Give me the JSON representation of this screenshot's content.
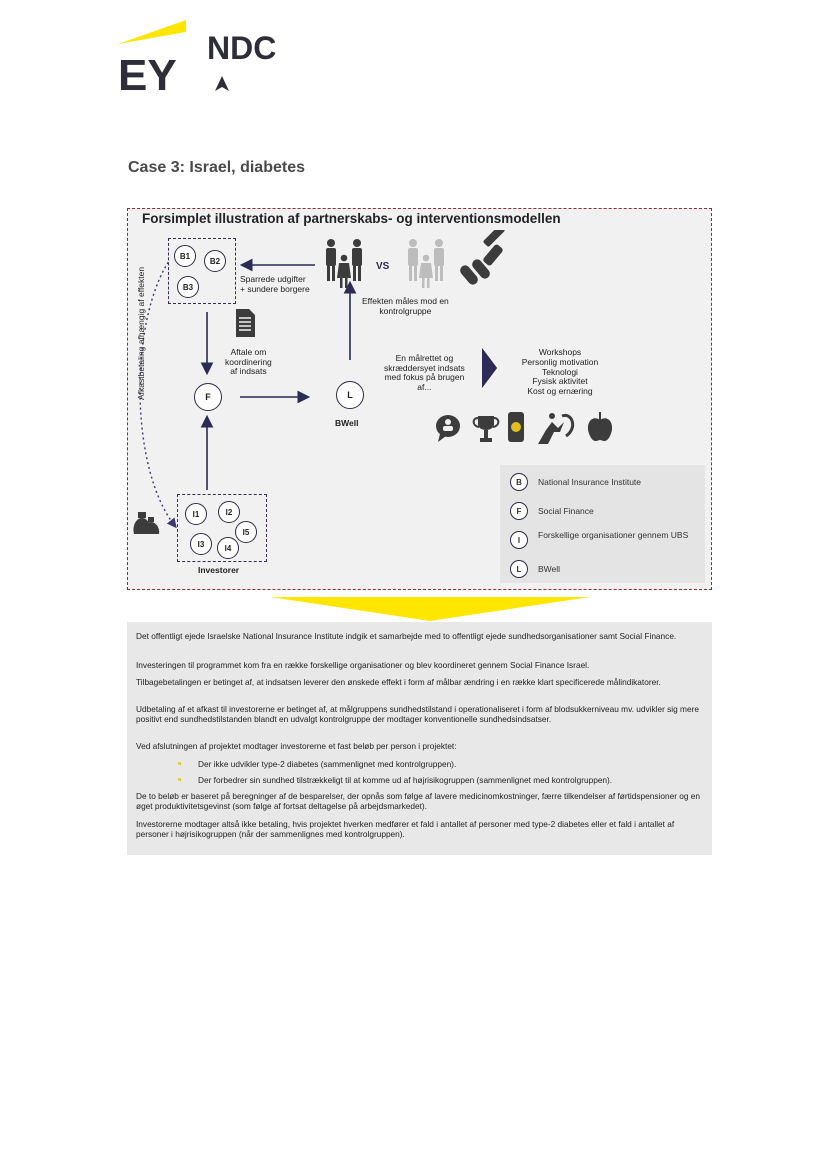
{
  "header": {
    "ey_logo_text": "EY",
    "ndc_logo_text": "NDC"
  },
  "case_title": "Case 3: Israel, diabetes",
  "diagram": {
    "title": "Forsimplet illustration af partnerskabs- og interventionsmodellen",
    "b_circles": [
      "B1",
      "B2",
      "B3"
    ],
    "i_circles": [
      "I1",
      "I2",
      "I5",
      "I3",
      "I4"
    ],
    "f_label": "F",
    "l_label": "L",
    "bwell_label": "BWell",
    "investors_label": "Investorer",
    "vs_label": "VS",
    "savings_label": "Sparrede udgifter\n+ sundere borgere",
    "effect_label": "Effekten måles mod en\nkontrolgruppe",
    "agreement_label": "Aftale om\nkoordinering\naf indsats",
    "targeted_label": "En målrettet og\nskræddersyet indsats\nmed fokus på brugen\naf...",
    "payout_vertical_label": "Afkastbetaling afhængig af effekten",
    "activities": [
      "Workshops",
      "Personlig motivation",
      "Teknologi",
      "Fysisk aktivitet",
      "Kost og ernæring"
    ],
    "legend": [
      {
        "key": "B",
        "text": "National Insurance Institute"
      },
      {
        "key": "F",
        "text": "Social Finance"
      },
      {
        "key": "I",
        "text": "Forskellige organisationer gennem UBS"
      },
      {
        "key": "L",
        "text": "BWell"
      }
    ]
  },
  "text": {
    "p1": "Det offentligt ejede Israelske National Insurance Institute indgik et samarbejde med to offentligt ejede sundhedsorganisationer samt Social Finance.",
    "p2": "Investeringen til programmet kom fra en række forskellige organisationer og blev koordineret gennem Social Finance Israel.",
    "p3": "Tilbagebetalingen er betinget af, at indsatsen leverer den ønskede effekt i form af målbar ændring i en række klart specificerede målindikatorer.",
    "p4": "Udbetaling af et afkast til investorerne er betinget af, at målgruppens sundhedstilstand i operationaliseret i form af blodsukkerniveau mv. udvikler sig mere positivt end sundhedstilstanden blandt en udvalgt kontrolgruppe der modtager konventionelle sundhedsindsatser.",
    "p5": "Ved afslutningen af projektet modtager investorerne et fast beløb per person i projektet:",
    "bullet1": "Der ikke udvikler type-2 diabetes (sammenlignet med kontrolgruppen).",
    "bullet2": "Der forbedrer sin sundhed tilstrækkeligt til at komme ud af højrisikogruppen (sammenlignet med kontrolgruppen).",
    "p6": "De to beløb er baseret på beregninger af de besparelser, der opnås som følge af lavere medicinomkostninger, færre tilkendelser af førtidspensioner og en øget produktivitetsgevinst (som følge af fortsat deltagelse på arbejdsmarkedet).",
    "p7": "Investorerne modtager altså ikke betaling, hvis projektet hverken medfører et fald i antallet af personer med type-2 diabetes eller et fald i antallet af personer i højrisikogruppen (når der sammenlignes med kontrolgruppen)."
  },
  "colors": {
    "ey_yellow": "#ffe600",
    "ey_dark": "#2e2e38",
    "dashed_border": "#8b2b3b",
    "navy": "#2b2b45"
  }
}
